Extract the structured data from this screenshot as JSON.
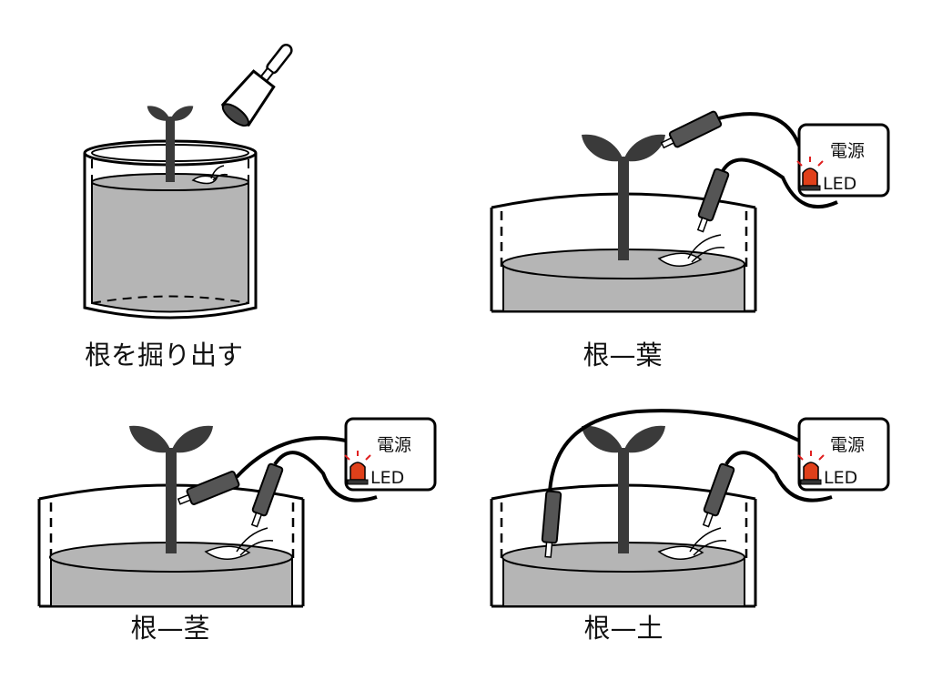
{
  "panels": [
    {
      "caption": "根を掘り出す"
    },
    {
      "caption": "根—葉",
      "power_label": "電源",
      "led_label": "LED"
    },
    {
      "caption": "根—茎",
      "power_label": "電源",
      "led_label": "LED"
    },
    {
      "caption": "根—土",
      "power_label": "電源",
      "led_label": "LED"
    }
  ],
  "colors": {
    "plant": "#3a3a3a",
    "soil": "#b5b5b5",
    "outline": "#000000",
    "probe": "#555555",
    "led": "#e0401a",
    "led_rays": "#e02020"
  },
  "icons": [
    "plant-icon",
    "scoop-icon",
    "probe-icon",
    "power-box-icon",
    "warning-light-icon"
  ]
}
